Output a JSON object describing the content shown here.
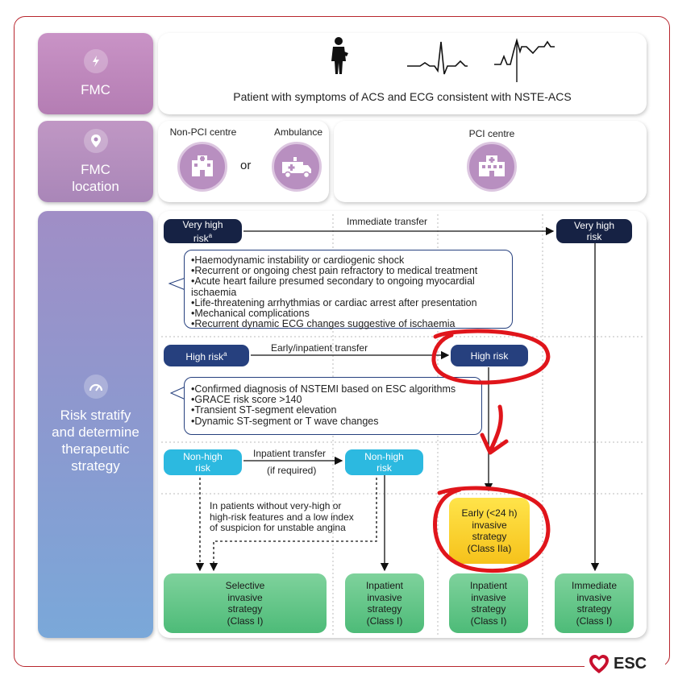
{
  "sidebar": {
    "fmc": "FMC",
    "fmc_location": [
      "FMC",
      "location"
    ],
    "risk": [
      "Risk stratify",
      "and determine",
      "therapeutic",
      "strategy"
    ]
  },
  "header": {
    "patient_text": "Patient with symptoms of ACS and ECG consistent with NSTE-ACS"
  },
  "location": {
    "non_pci": "Non-PCI centre",
    "or": "or",
    "ambulance": "Ambulance",
    "pci": "PCI centre"
  },
  "flow": {
    "very_high_risk_left": [
      "Very high",
      "risk"
    ],
    "very_high_risk_left_sup": "a",
    "immediate_transfer": "Immediate transfer",
    "very_high_risk_right": [
      "Very high",
      "risk"
    ],
    "very_high_criteria": [
      "Haemodynamic instability or cardiogenic shock",
      "Recurrent or ongoing chest pain refractory to medical treatment",
      "Acute heart failure presumed secondary to ongoing myocardial ischaemia",
      "Life-threatening arrhythmias or cardiac arrest after presentation",
      "Mechanical complications",
      "Recurrent dynamic ECG changes suggestive of ischaemia"
    ],
    "high_risk_left": "High risk",
    "high_risk_left_sup": "a",
    "early_transfer": "Early/inpatient transfer",
    "high_risk_right": "High risk",
    "high_criteria": [
      "Confirmed diagnosis of NSTEMI based on ESC algorithms",
      "GRACE risk score >140",
      "Transient ST-segment elevation",
      "Dynamic ST-segment or T wave changes"
    ],
    "non_high_left": [
      "Non-high",
      "risk"
    ],
    "inpatient_transfer": "Inpatient transfer",
    "if_required": "(if required)",
    "non_high_right": [
      "Non-high",
      "risk"
    ],
    "note": [
      "In patients without very-high or",
      "high-risk features and a low index",
      "of suspicion for unstable angina"
    ],
    "early_invasive": [
      "Early (<24 h)",
      "invasive",
      "strategy",
      "(Class IIa)"
    ]
  },
  "outcomes": [
    [
      "Selective",
      "invasive",
      "strategy",
      "(Class I)"
    ],
    [
      "Inpatient",
      "invasive",
      "strategy",
      "(Class I)"
    ],
    [
      "Inpatient",
      "invasive",
      "strategy",
      "(Class I)"
    ],
    [
      "Immediate",
      "invasive",
      "strategy",
      "(Class I)"
    ]
  ],
  "brand": {
    "esc": "ESC",
    "heart_color": "#c8102e"
  },
  "colors": {
    "frame": "#b8262e",
    "annotation": "#e0151b"
  }
}
